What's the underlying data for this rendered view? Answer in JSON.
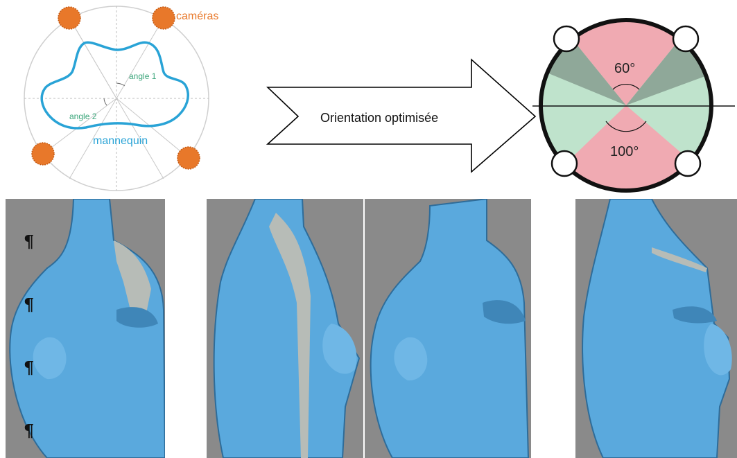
{
  "camera_diagram": {
    "cameras_label": "caméras",
    "mannequin_label": "mannequin",
    "angle1_label": "angle 1",
    "angle2_label": "angle 2",
    "colors": {
      "camera": "#e8782a",
      "mannequin": "#29a3d6",
      "angle": "#3aa57a"
    }
  },
  "arrow": {
    "label": "Orientation optimisée"
  },
  "angle_diagram": {
    "top_angle": "60°",
    "bottom_angle": "100°",
    "colors": {
      "red": "#f0aab2",
      "green": "#bfe3cc",
      "dark_green": "#8fa899",
      "ring": "#111111"
    }
  },
  "photos": {
    "pilcrow": "¶",
    "colors": {
      "background": "#8a8a8a",
      "mannequin": "#5aa9dd",
      "patch": "#b7bcb7"
    }
  }
}
